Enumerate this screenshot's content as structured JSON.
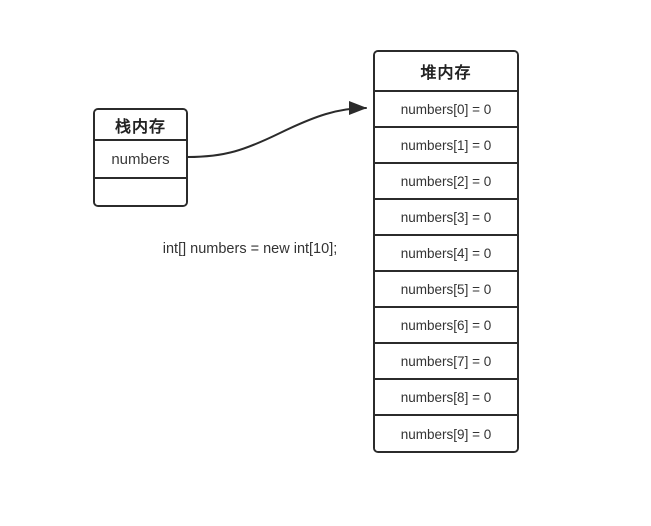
{
  "diagram": {
    "caption": "int[] numbers = new int[10];",
    "stroke_color": "#2b2b2b",
    "text_color": "#333333",
    "background_color": "#ffffff",
    "stack": {
      "title": "栈内存",
      "variable": "numbers",
      "empty_slot": ""
    },
    "heap": {
      "title": "堆内存",
      "slots": [
        {
          "label": "numbers[0] = 0"
        },
        {
          "label": "numbers[1] = 0"
        },
        {
          "label": "numbers[2] = 0"
        },
        {
          "label": "numbers[3] = 0"
        },
        {
          "label": "numbers[4] = 0"
        },
        {
          "label": "numbers[5] = 0"
        },
        {
          "label": "numbers[6] = 0"
        },
        {
          "label": "numbers[7] = 0"
        },
        {
          "label": "numbers[8] = 0"
        },
        {
          "label": "numbers[9] = 0"
        }
      ]
    },
    "connector": {
      "from": "stack-variable-numbers",
      "to": "heap-box",
      "style": "curved-arrow"
    }
  }
}
